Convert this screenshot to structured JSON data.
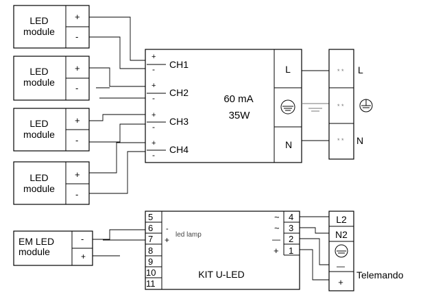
{
  "led_modules": [
    {
      "label_line1": "LED",
      "label_line2": "module",
      "plus": "+",
      "minus": "-"
    },
    {
      "label_line1": "LED",
      "label_line2": "module",
      "plus": "+",
      "minus": "-"
    },
    {
      "label_line1": "LED",
      "label_line2": "module",
      "plus": "+",
      "minus": "-"
    },
    {
      "label_line1": "LED",
      "label_line2": "module",
      "plus": "+",
      "minus": "-"
    }
  ],
  "driver": {
    "channels": [
      {
        "name": "CH1",
        "plus": "+",
        "minus": "-"
      },
      {
        "name": "CH2",
        "plus": "+",
        "minus": "-"
      },
      {
        "name": "CH3",
        "plus": "+",
        "minus": "-"
      },
      {
        "name": "CH4",
        "plus": "+",
        "minus": "-"
      }
    ],
    "current": "60 mA",
    "power": "35W",
    "mains": {
      "L": "L",
      "N": "N"
    }
  },
  "terminal_block": {
    "marks": "* *",
    "labels": {
      "L": "L",
      "N": "N"
    }
  },
  "em_module": {
    "line1": "EM LED",
    "line2": "module",
    "minus": "-",
    "plus": "+"
  },
  "kit": {
    "title": "KIT U-LED",
    "left_pins": [
      "5",
      "6",
      "7",
      "8",
      "9",
      "10",
      "11"
    ],
    "led_lamp_text": "led lamp",
    "led_minus": "-",
    "led_plus": "+",
    "right_pins": [
      {
        "sym": "~",
        "num": "4"
      },
      {
        "sym": "~",
        "num": "3"
      },
      {
        "sym": "—",
        "num": "2"
      },
      {
        "sym": "+",
        "num": "1"
      }
    ],
    "outputs": {
      "L2": "L2",
      "N2": "N2"
    }
  },
  "telemando": {
    "label": "Telemando",
    "minus": "—",
    "plus": "+"
  }
}
